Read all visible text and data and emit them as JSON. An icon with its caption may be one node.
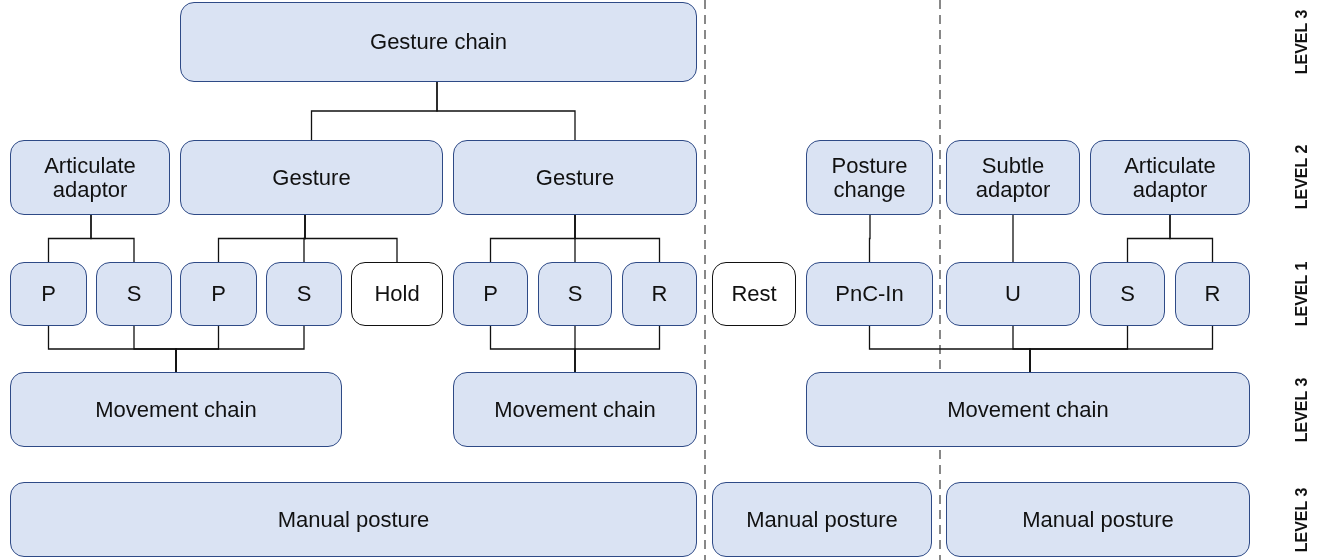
{
  "diagram": {
    "nodes": [
      {
        "text": [
          "Gesture chain"
        ]
      },
      {
        "text": [
          "Articulate adaptor"
        ]
      },
      {
        "text": [
          "Gesture"
        ]
      },
      {
        "text": [
          "Gesture"
        ]
      },
      {
        "text": [
          "Posture change"
        ]
      },
      {
        "text": [
          "Subtle adaptor"
        ]
      },
      {
        "text": [
          "Articulate adaptor"
        ]
      },
      {
        "text": [
          "P"
        ]
      },
      {
        "text": [
          "S"
        ]
      },
      {
        "text": [
          "P"
        ]
      },
      {
        "text": [
          "S"
        ]
      },
      {
        "text": [
          "Hold"
        ]
      },
      {
        "text": [
          "P"
        ]
      },
      {
        "text": [
          "S"
        ]
      },
      {
        "text": [
          "R"
        ]
      },
      {
        "text": [
          "Rest"
        ]
      },
      {
        "text": [
          "PnC-In"
        ]
      },
      {
        "text": [
          "U"
        ]
      },
      {
        "text": [
          "S"
        ]
      },
      {
        "text": [
          "R"
        ]
      },
      {
        "text": [
          "Movement chain"
        ]
      },
      {
        "text": [
          "Movement chain"
        ]
      },
      {
        "text": [
          "Movement chain"
        ]
      },
      {
        "text": [
          "Manual posture"
        ]
      },
      {
        "text": [
          "Manual posture"
        ]
      },
      {
        "text": [
          "Manual posture"
        ]
      }
    ],
    "edges": [
      {
        "from": 0,
        "to": 2,
        "arrow": "none"
      },
      {
        "from": 0,
        "to": 3,
        "arrow": "none"
      },
      {
        "from": 1,
        "to": 7,
        "arrow": "none"
      },
      {
        "from": 1,
        "to": 8,
        "arrow": "none"
      },
      {
        "from": 2,
        "to": 9,
        "arrow": "none"
      },
      {
        "from": 2,
        "to": 10,
        "arrow": "none"
      },
      {
        "from": 2,
        "to": 11,
        "arrow": "none"
      },
      {
        "from": 3,
        "to": 12,
        "arrow": "none"
      },
      {
        "from": 3,
        "to": 13,
        "arrow": "none"
      },
      {
        "from": 3,
        "to": 14,
        "arrow": "none"
      },
      {
        "from": 4,
        "to": 16,
        "arrow": "none"
      },
      {
        "from": 5,
        "to": 17,
        "arrow": "none"
      },
      {
        "from": 6,
        "to": 18,
        "arrow": "none"
      },
      {
        "from": 6,
        "to": 19,
        "arrow": "none"
      },
      {
        "from": 7,
        "to": 20,
        "arrow": "none"
      },
      {
        "from": 8,
        "to": 20,
        "arrow": "none"
      },
      {
        "from": 9,
        "to": 20,
        "arrow": "none"
      },
      {
        "from": 10,
        "to": 20,
        "arrow": "none"
      },
      {
        "from": 12,
        "to": 21,
        "arrow": "none"
      },
      {
        "from": 13,
        "to": 21,
        "arrow": "none"
      },
      {
        "from": 14,
        "to": 21,
        "arrow": "none"
      },
      {
        "from": 16,
        "to": 22,
        "arrow": "none"
      },
      {
        "from": 17,
        "to": 22,
        "arrow": "none"
      },
      {
        "from": 18,
        "to": 22,
        "arrow": "none"
      },
      {
        "from": 19,
        "to": 22,
        "arrow": "none"
      }
    ],
    "labels": [
      "LEVEL 3",
      "LEVEL 2",
      "LEVEL 1",
      "LEVEL 3",
      "LEVEL 3"
    ]
  }
}
